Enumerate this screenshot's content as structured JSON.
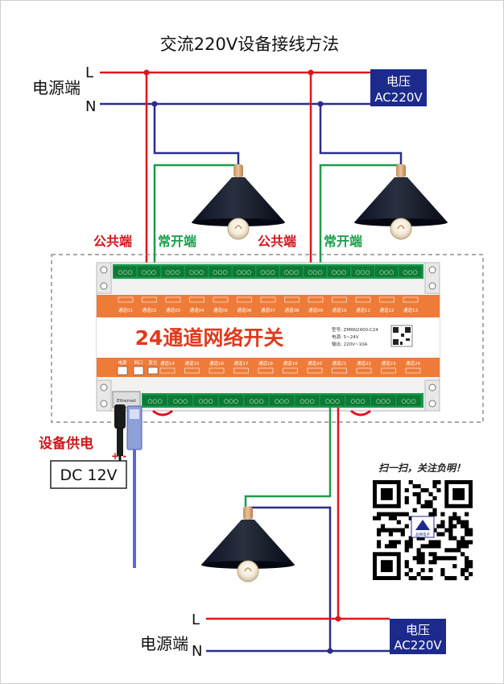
{
  "title": "交流220V设备接线方法",
  "mains_top": {
    "source_label": "电源端",
    "line_label": "L",
    "neutral_label": "N",
    "voltage_line1": "电压",
    "voltage_line2": "AC220V"
  },
  "mains_bottom": {
    "source_label": "电源端",
    "line_label": "L",
    "neutral_label": "N",
    "voltage_line1": "电压",
    "voltage_line2": "AC220V"
  },
  "terminals": {
    "common": "公共端",
    "normally_open": "常开端"
  },
  "device": {
    "name": "24通道网络开关",
    "spec_model": "型号: ZMRN2400-C24",
    "spec_power": "电源: 5~24V",
    "spec_output": "输出: 220V~10A",
    "top_channels": [
      "通道01",
      "通道02",
      "通道03",
      "通道04",
      "通道05",
      "通道06",
      "通道07",
      "通道08",
      "通道09",
      "通道10",
      "通道11",
      "通道12",
      "通道13"
    ],
    "bottom_channels": [
      "通道14",
      "通道15",
      "通道16",
      "通道17",
      "通道18",
      "通道19",
      "通道20",
      "通道21",
      "通道22",
      "通道23",
      "通道24"
    ],
    "power_label": "电源",
    "net_label": "网口",
    "reset_label": "复位",
    "net_port_text": "Ethernet",
    "pin_text": "○○○"
  },
  "power_supply": {
    "label": "设备供电",
    "value": "DC 12V",
    "polarity": "+ -"
  },
  "qr": {
    "caption": "扫一扫，关注负明！",
    "center_brand": "品牌电子"
  },
  "colors": {
    "live": "#e0141c",
    "neutral": "#2a2d8c",
    "switched": "#1e9c4a",
    "orange_bar": "#ef7b38",
    "terminal_green": "#159a4a",
    "badge": "#1c2a8c",
    "lamp": "#0e1322",
    "dashed_frame": "#777777"
  }
}
